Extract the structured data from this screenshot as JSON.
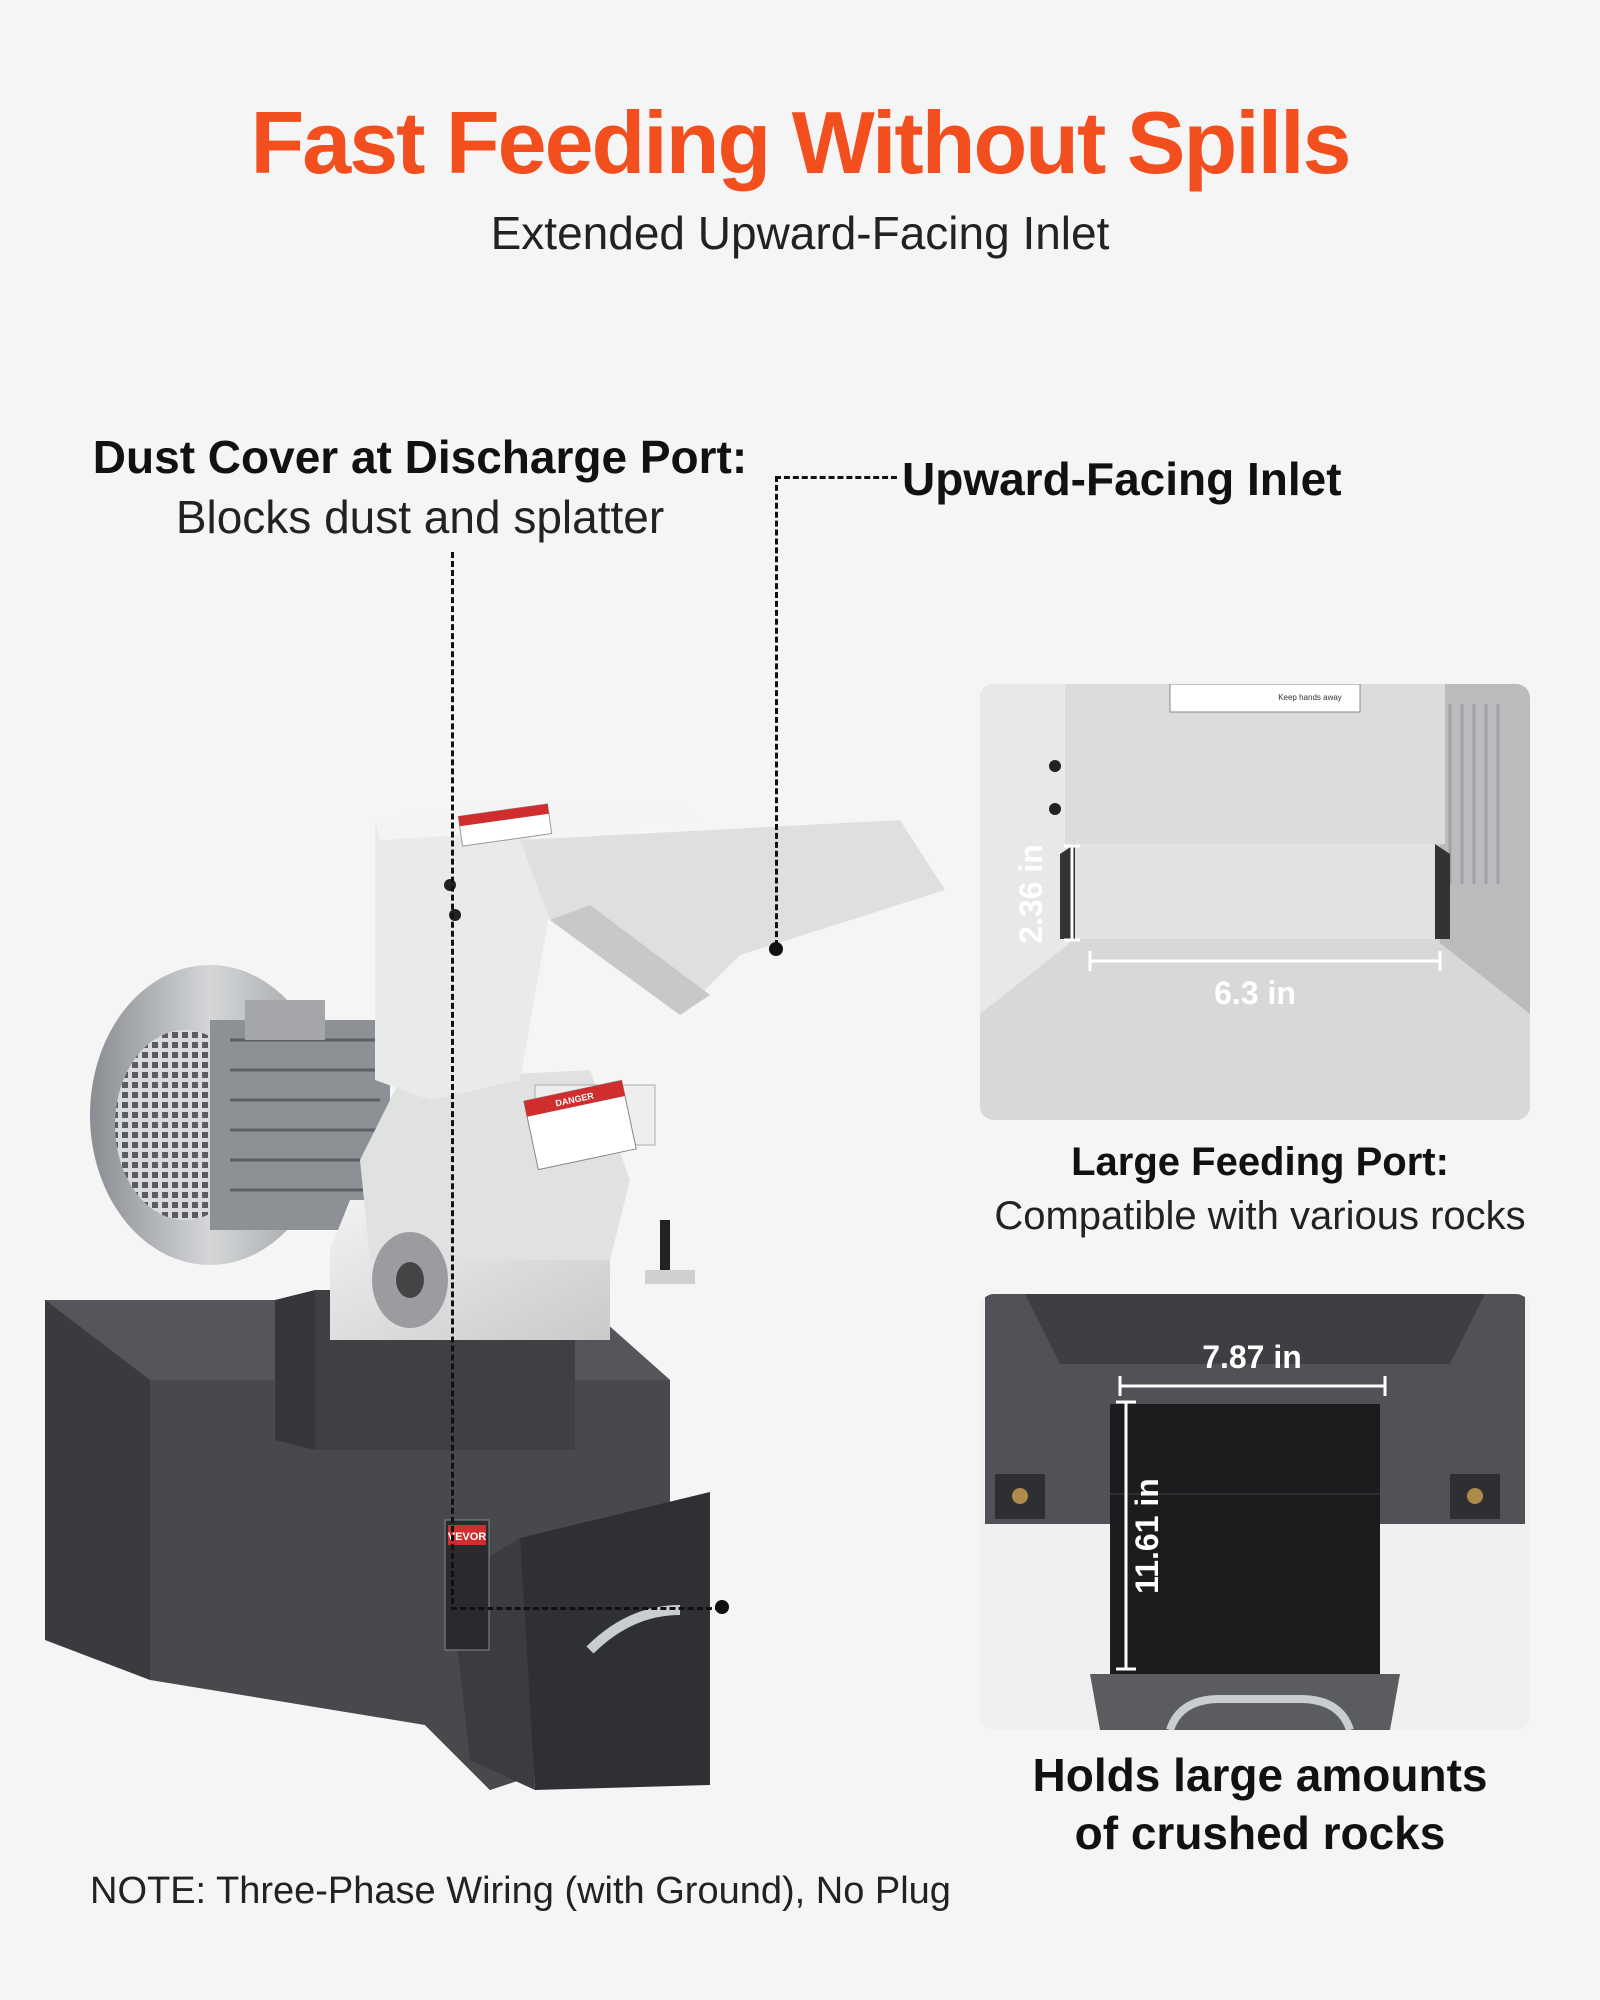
{
  "header": {
    "title": "Fast Feeding Without Spills",
    "subtitle": "Extended Upward-Facing Inlet"
  },
  "callouts": {
    "dust_cover_title": "Dust Cover at Discharge Port:",
    "dust_cover_desc": "Blocks dust and splatter",
    "inlet_title": "Upward-Facing Inlet"
  },
  "feeding_port": {
    "title": "Large Feeding Port:",
    "desc": "Compatible with various rocks",
    "height_label": "2.36 in",
    "width_label": "6.3 in",
    "sticker_text": "Keep hands away"
  },
  "drawer": {
    "line1": "Holds large amounts",
    "line2": "of crushed rocks",
    "width_label": "7.87 in",
    "depth_label": "11.61 in"
  },
  "machine": {
    "brand": "VEVOR",
    "danger_label": "DANGER"
  },
  "note": "NOTE: Three-Phase Wiring (with Ground), No Plug",
  "colors": {
    "accent": "#f24e1e",
    "body_dark": "#3e4044",
    "body_light": "#e6e7e7",
    "background": "#f5f5f5"
  }
}
